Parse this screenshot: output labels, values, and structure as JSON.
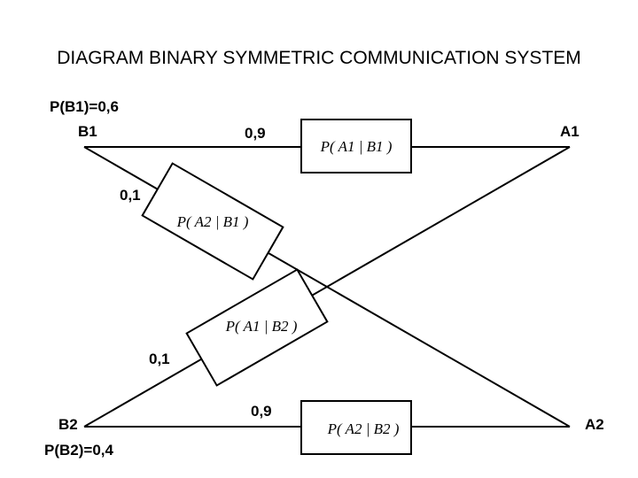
{
  "title": "DIAGRAM BINARY SYMMETRIC COMMUNICATION SYSTEM",
  "source_labels": {
    "prob_b1": "P(B1)=0,6",
    "b1": "B1",
    "b2": "B2",
    "prob_b2": "P(B2)=0,4"
  },
  "output_labels": {
    "a1": "A1",
    "a2": "A2"
  },
  "edge_values": {
    "b1_a1": "0,9",
    "b1_a2": "0,1",
    "b2_a1": "0,1",
    "b2_a2": "0,9"
  },
  "boxes": {
    "a1_b1": "P( A1 | B1 )",
    "a2_b1": "P( A2 | B1 )",
    "a1_b2": "P( A1 | B2 )",
    "a2_b2": "P( A2 | B2 )"
  },
  "colors": {
    "stroke": "#000000",
    "background": "#ffffff"
  }
}
